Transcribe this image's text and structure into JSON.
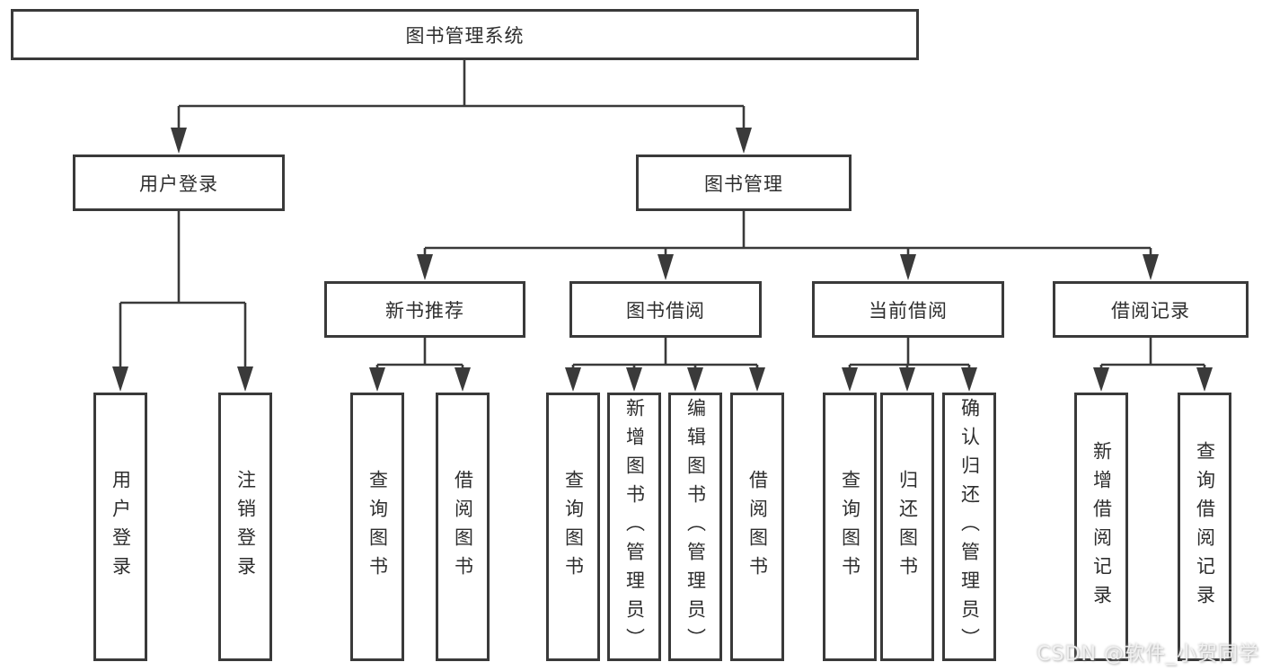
{
  "diagram": {
    "root": {
      "label": "图书管理系统"
    },
    "level2": {
      "user_login": {
        "label": "用户登录"
      },
      "book_mgmt": {
        "label": "图书管理"
      }
    },
    "level3": {
      "new_book_rec": {
        "label": "新书推荐"
      },
      "book_borrow": {
        "label": "图书借阅"
      },
      "current_borrow": {
        "label": "当前借阅"
      },
      "borrow_records": {
        "label": "借阅记录"
      }
    },
    "leaves": {
      "user_login_leaf": {
        "label": "用户登录"
      },
      "logout": {
        "label": "注销登录"
      },
      "query_books_rec": {
        "label": "查询图书"
      },
      "borrow_books_rec": {
        "label": "借阅图书"
      },
      "query_books_borrow": {
        "label": "查询图书"
      },
      "add_books_admin": {
        "label": "新增图书（管理员）"
      },
      "edit_books_admin": {
        "label": "编辑图书（管理员）"
      },
      "borrow_books": {
        "label": "借阅图书"
      },
      "query_books_current": {
        "label": "查询图书"
      },
      "return_books": {
        "label": "归还图书"
      },
      "confirm_return_admin": {
        "label": "确认归还（管理员）"
      },
      "add_borrow_record": {
        "label": "新增借阅记录"
      },
      "query_borrow_record": {
        "label": "查询借阅记录"
      }
    }
  },
  "watermark": {
    "text": "CSDN @软件_小贺同学"
  },
  "colors": {
    "line": "#3a3a3a",
    "box_border": "#3a3a3a",
    "text": "#2e2e2e",
    "background": "#ffffff",
    "watermark": "#f0f0f0"
  }
}
